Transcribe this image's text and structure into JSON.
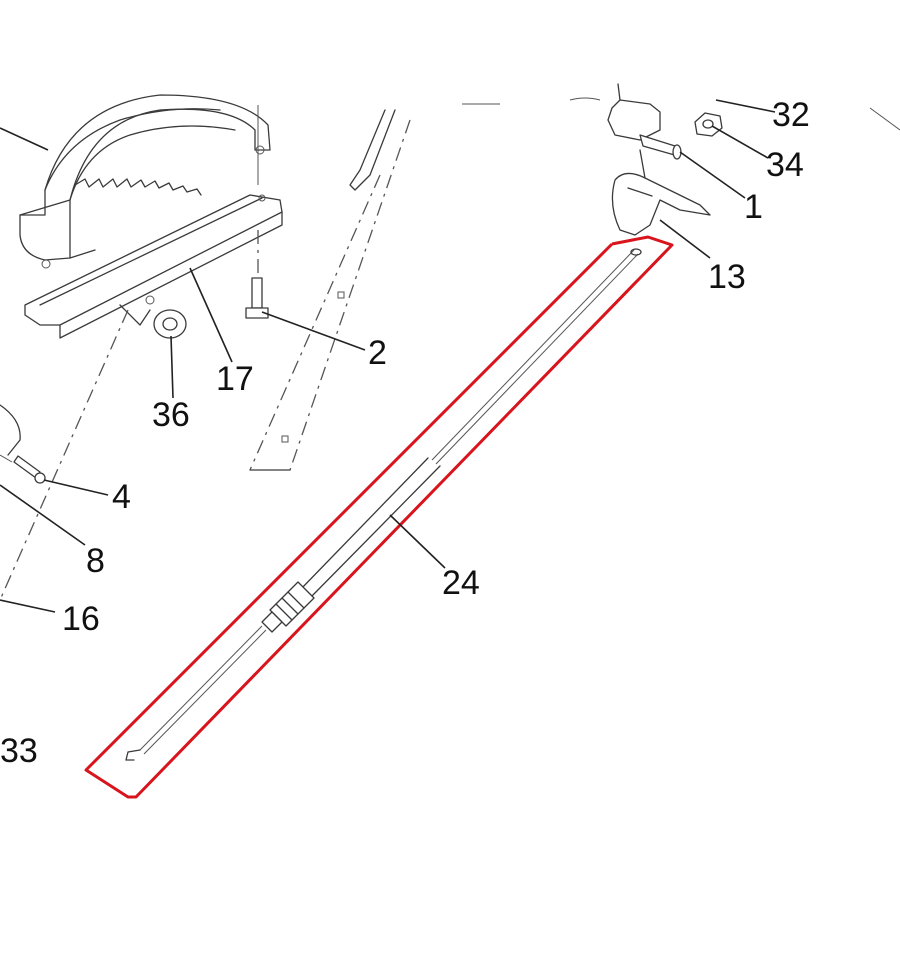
{
  "diagram": {
    "highlight_color": "#d8141c",
    "line_color": "#3a3a3a",
    "callouts": [
      {
        "id": "c32",
        "label": "32"
      },
      {
        "id": "c34",
        "label": "34"
      },
      {
        "id": "c1",
        "label": "1"
      },
      {
        "id": "c13",
        "label": "13"
      },
      {
        "id": "c2",
        "label": "2"
      },
      {
        "id": "c17",
        "label": "17"
      },
      {
        "id": "c36",
        "label": "36"
      },
      {
        "id": "c4",
        "label": "4"
      },
      {
        "id": "c8",
        "label": "8"
      },
      {
        "id": "c24",
        "label": "24"
      },
      {
        "id": "c16",
        "label": "16"
      },
      {
        "id": "c33",
        "label": "33"
      }
    ],
    "highlighted_part": "24"
  }
}
